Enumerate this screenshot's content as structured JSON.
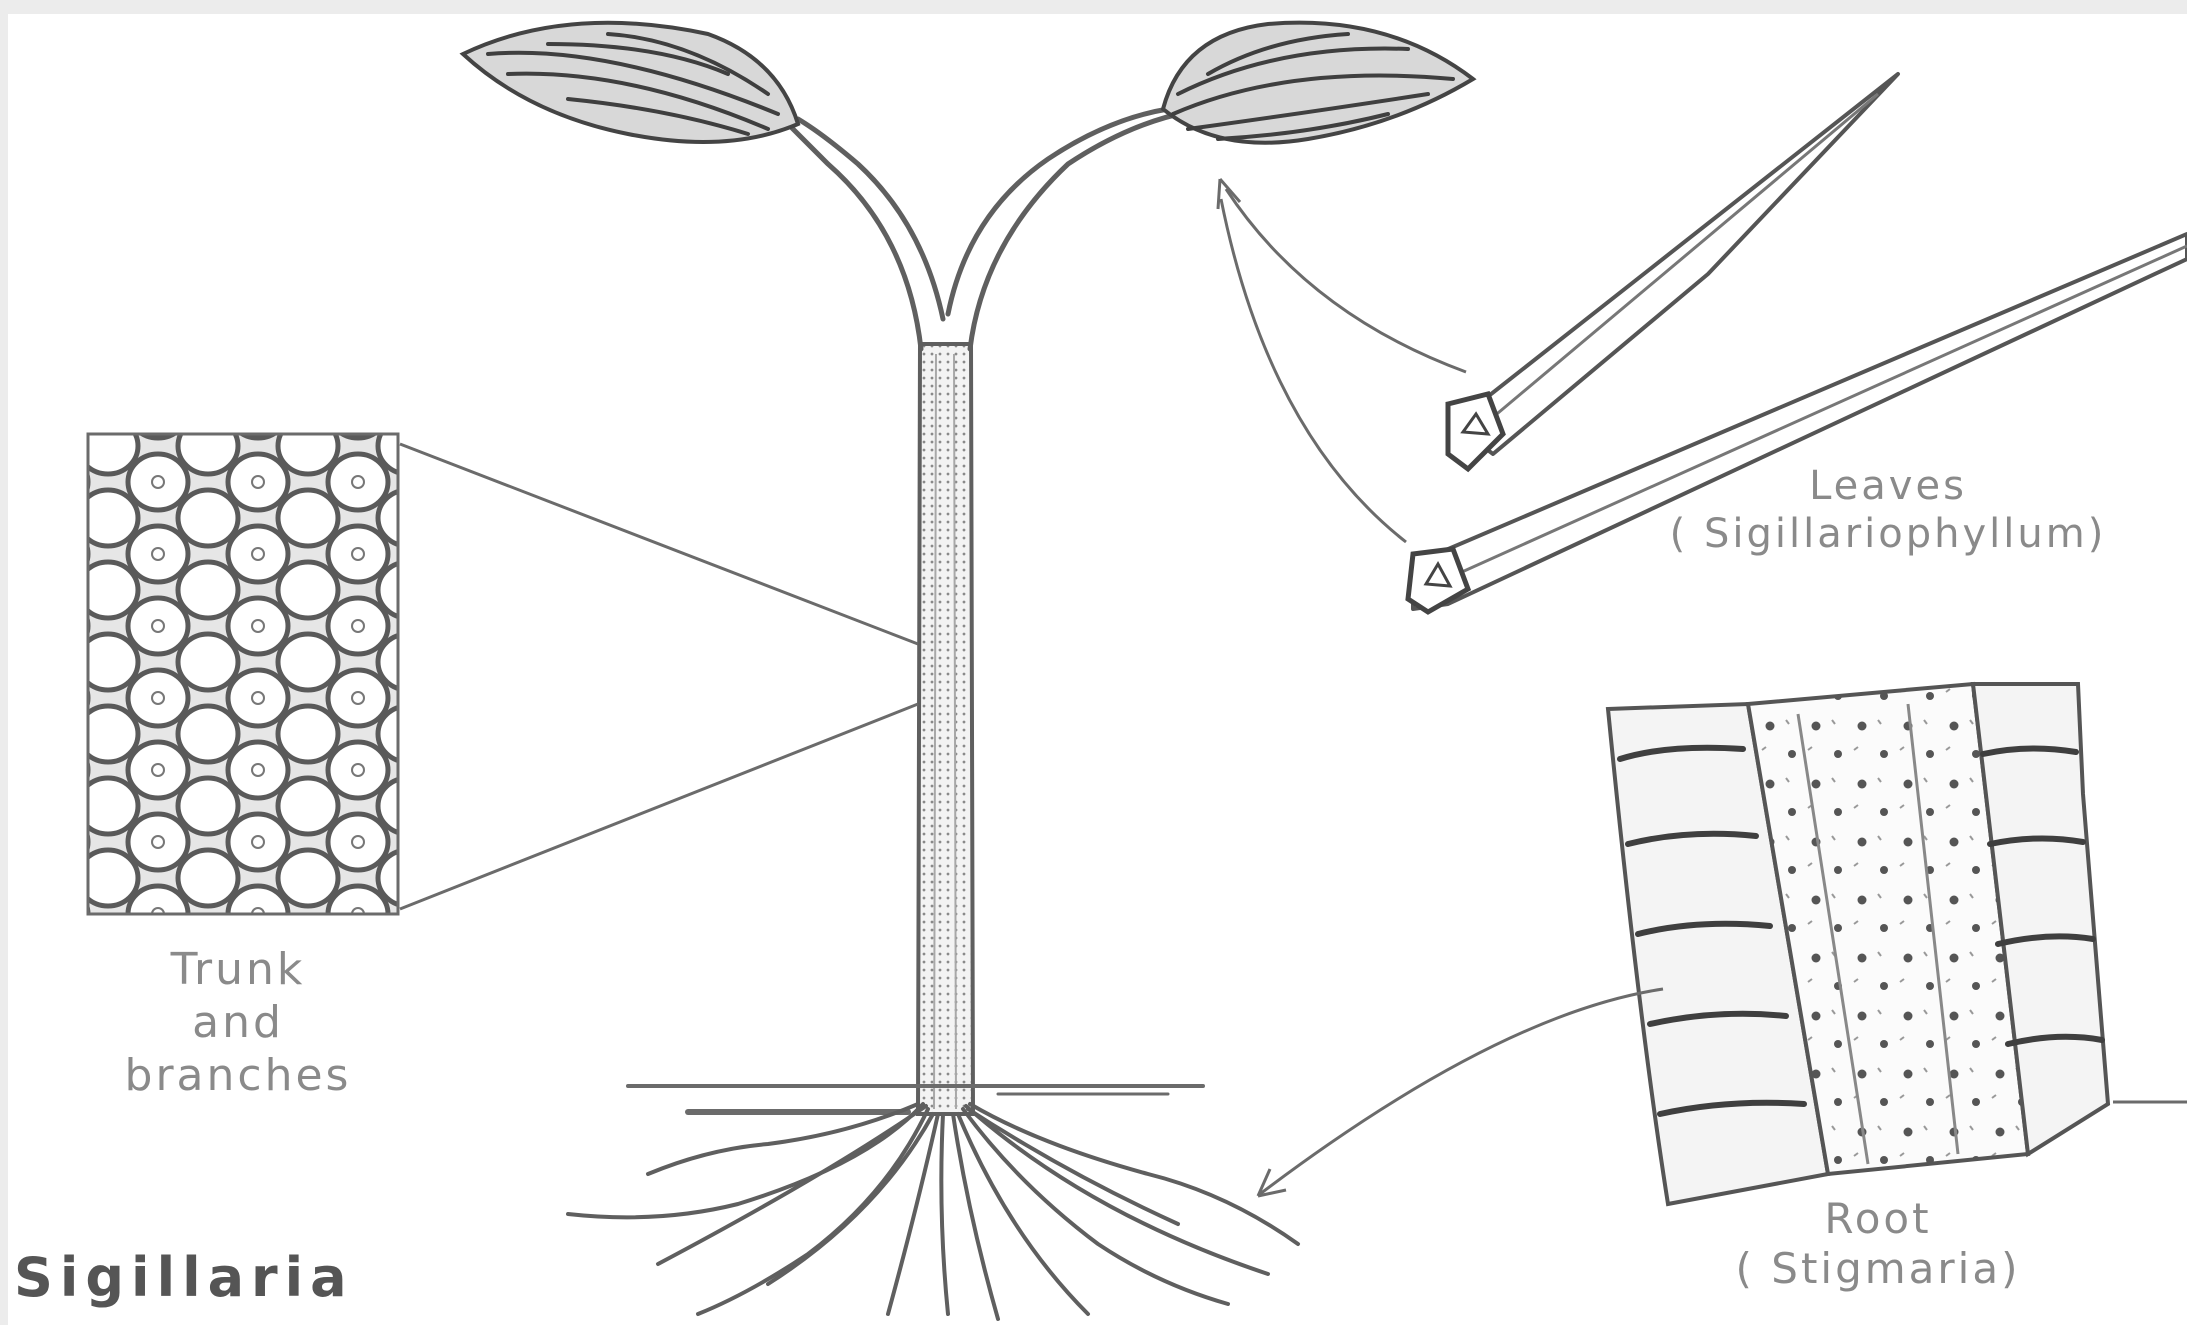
{
  "title": "Sigillaria",
  "labels": {
    "trunk": [
      "Trunk",
      "and",
      "branches"
    ],
    "leaves": [
      "Leaves",
      "( Sigillariophyllum)"
    ],
    "root": [
      "Root",
      "( Stigmaria)"
    ]
  },
  "colors": {
    "background": "#ffffff",
    "border": "#ececec",
    "ink": "#6b6b6b",
    "label": "#8a8a8a"
  }
}
